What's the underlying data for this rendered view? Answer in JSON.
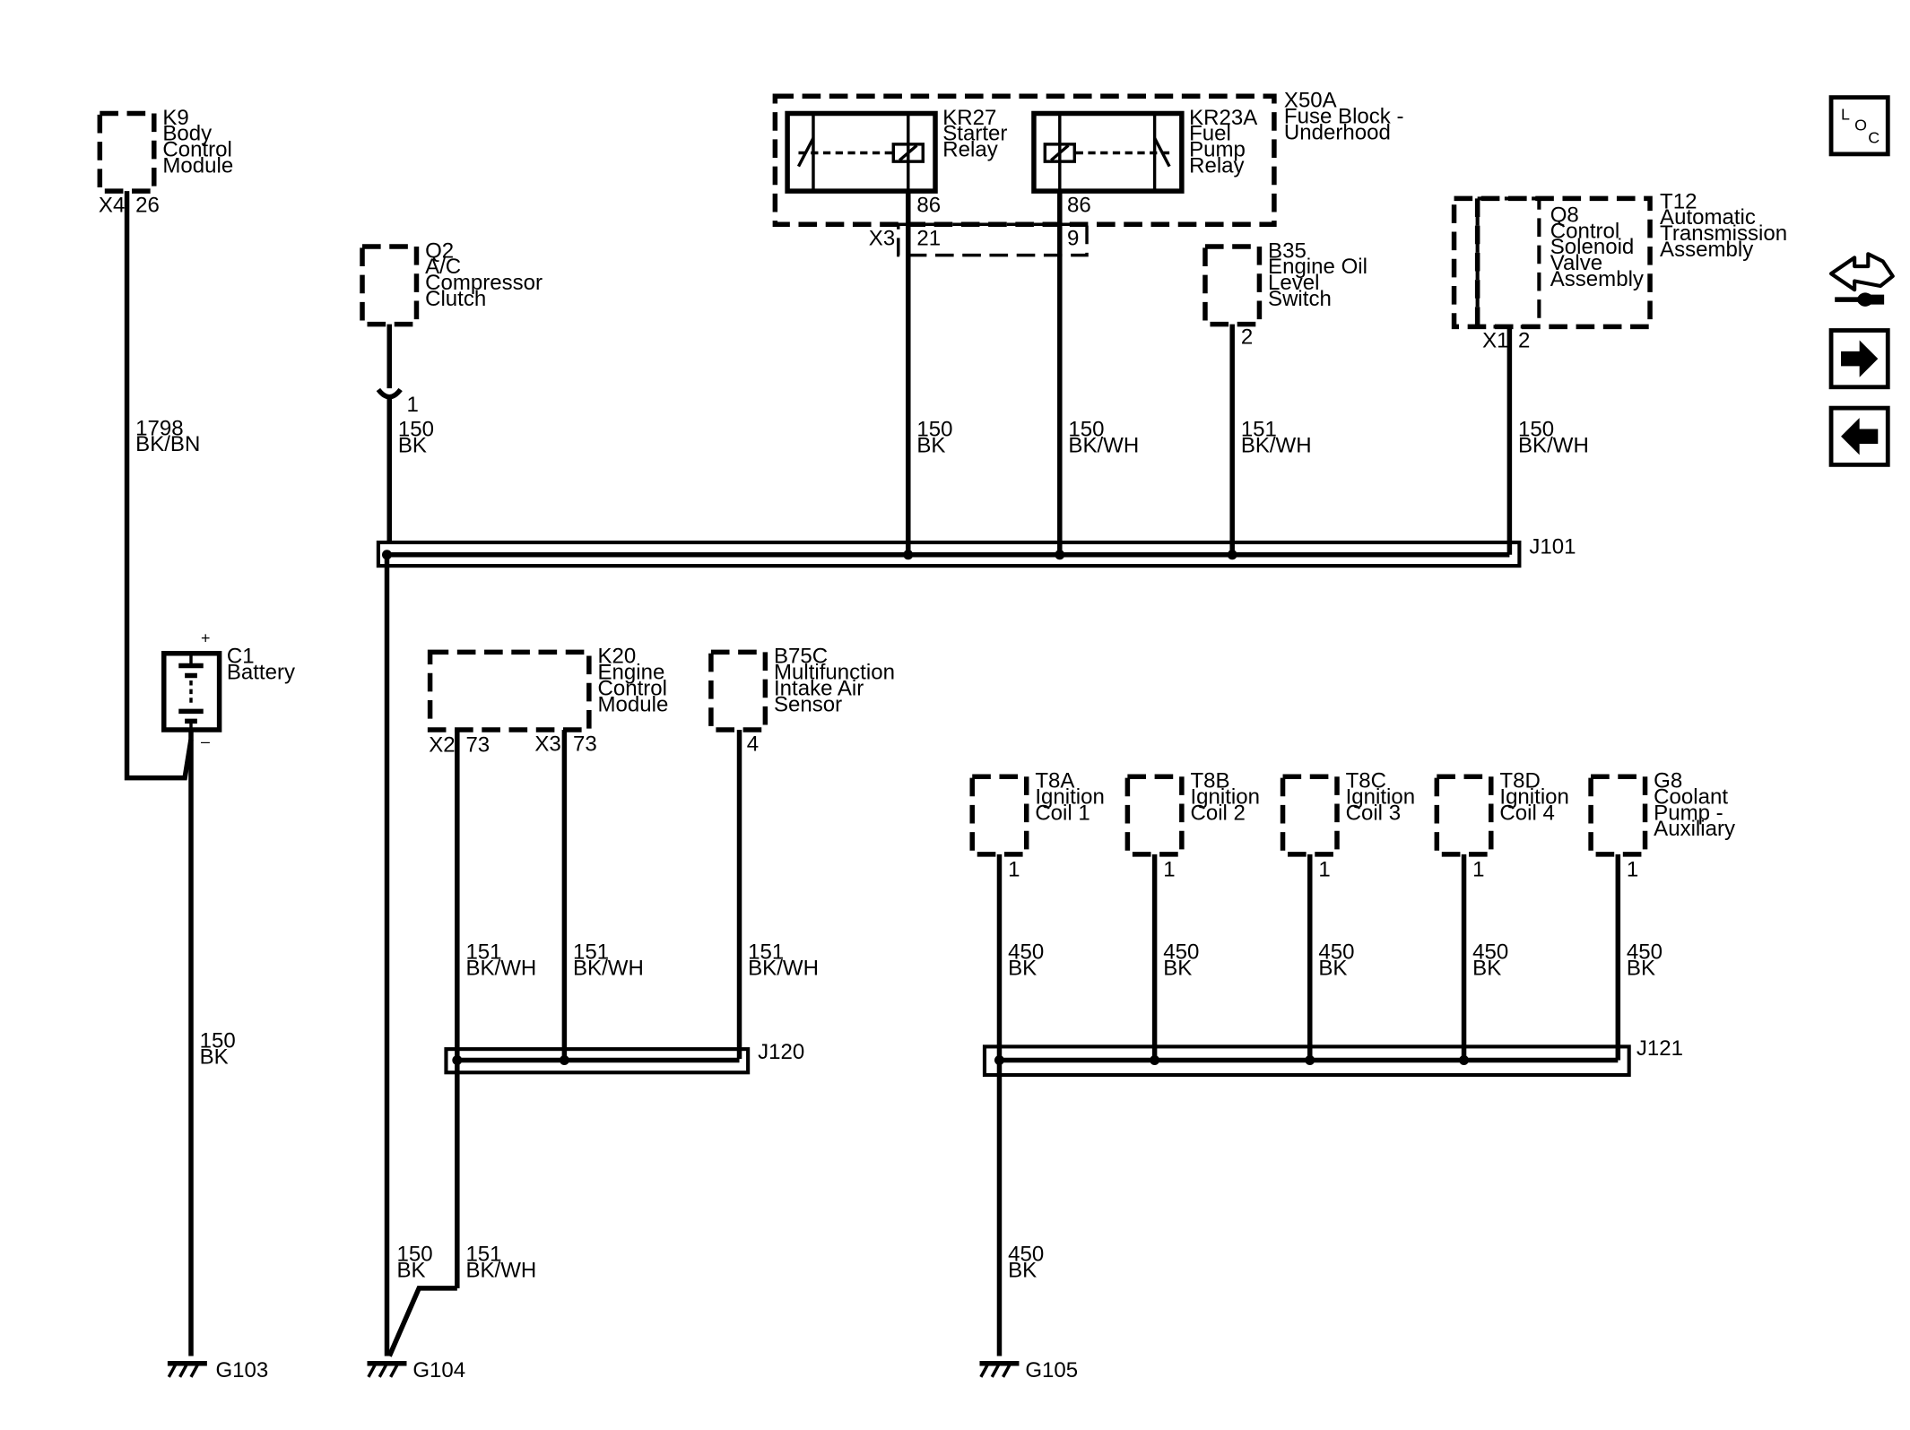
{
  "components": {
    "k9": {
      "id": "K9",
      "lines": [
        "Body",
        "Control",
        "Module"
      ]
    },
    "x50a": {
      "id": "X50A",
      "lines": [
        "Fuse Block -",
        "Underhood"
      ]
    },
    "kr27": {
      "id": "KR27",
      "lines": [
        "Starter",
        "Relay"
      ]
    },
    "kr23a": {
      "id": "KR23A",
      "lines": [
        "Fuel",
        "Pump",
        "Relay"
      ]
    },
    "q2": {
      "id": "Q2",
      "lines": [
        "A/C",
        "Compressor",
        "Clutch"
      ]
    },
    "b35": {
      "id": "B35",
      "lines": [
        "Engine Oil",
        "Level",
        "Switch"
      ]
    },
    "t12": {
      "id": "T12",
      "lines": [
        "Automatic",
        "Transmission",
        "Assembly"
      ]
    },
    "q8": {
      "id": "Q8",
      "lines": [
        "Control",
        "Solenoid",
        "Valve",
        "Assembly"
      ]
    },
    "c1": {
      "id": "C1",
      "lines": [
        "Battery"
      ]
    },
    "k20": {
      "id": "K20",
      "lines": [
        "Engine",
        "Control",
        "Module"
      ]
    },
    "b75c": {
      "id": "B75C",
      "lines": [
        "Multifunction",
        "Intake Air",
        "Sensor"
      ]
    },
    "t8a": {
      "id": "T8A",
      "lines": [
        "Ignition",
        "Coil 1"
      ]
    },
    "t8b": {
      "id": "T8B",
      "lines": [
        "Ignition",
        "Coil 2"
      ]
    },
    "t8c": {
      "id": "T8C",
      "lines": [
        "Ignition",
        "Coil 3"
      ]
    },
    "t8d": {
      "id": "T8D",
      "lines": [
        "Ignition",
        "Coil 4"
      ]
    },
    "g8": {
      "id": "G8",
      "lines": [
        "Coolant",
        "Pump -",
        "Auxiliary"
      ]
    }
  },
  "pins": {
    "k9_conn": "X4",
    "k9_pin": "26",
    "kr27_pin": "86",
    "kr23a_pin": "86",
    "x50a_conn": "X3",
    "x50a_pin_a": "21",
    "x50a_pin_b": "9",
    "q2_pin": "1",
    "b35_pin": "2",
    "t12_conn": "X1",
    "t12_pin": "2",
    "k20_conn_a": "X2",
    "k20_pin_a": "73",
    "k20_conn_b": "X3",
    "k20_pin_b": "73",
    "b75c_pin": "4",
    "t8a_pin": "1",
    "t8b_pin": "1",
    "t8c_pin": "1",
    "t8d_pin": "1",
    "g8_pin": "1",
    "battery_plus": "+",
    "battery_minus": "–"
  },
  "wires": {
    "w1798": {
      "circuit": "1798",
      "color": "BK/BN"
    },
    "wq2": {
      "circuit": "150",
      "color": "BK"
    },
    "wkr27": {
      "circuit": "150",
      "color": "BK"
    },
    "wkr23a": {
      "circuit": "150",
      "color": "BK/WH"
    },
    "wb35": {
      "circuit": "151",
      "color": "BK/WH"
    },
    "wt12": {
      "circuit": "150",
      "color": "BK/WH"
    },
    "wbat": {
      "circuit": "150",
      "color": "BK"
    },
    "wk20a": {
      "circuit": "151",
      "color": "BK/WH"
    },
    "wk20b": {
      "circuit": "151",
      "color": "BK/WH"
    },
    "wb75c": {
      "circuit": "151",
      "color": "BK/WH"
    },
    "wt8a": {
      "circuit": "450",
      "color": "BK"
    },
    "wt8b": {
      "circuit": "450",
      "color": "BK"
    },
    "wt8c": {
      "circuit": "450",
      "color": "BK"
    },
    "wt8d": {
      "circuit": "450",
      "color": "BK"
    },
    "wg8": {
      "circuit": "450",
      "color": "BK"
    },
    "wg104a": {
      "circuit": "150",
      "color": "BK"
    },
    "wg104b": {
      "circuit": "151",
      "color": "BK/WH"
    },
    "wg105": {
      "circuit": "450",
      "color": "BK"
    }
  },
  "splices": {
    "j101": "J101",
    "j120": "J120",
    "j121": "J121"
  },
  "grounds": {
    "g103": "G103",
    "g104": "G104",
    "g105": "G105"
  },
  "nav": {
    "loc_letters": [
      "L",
      "O",
      "C"
    ],
    "icons": [
      "location-icon",
      "connector-view-icon",
      "next-page-icon",
      "previous-page-icon"
    ]
  }
}
